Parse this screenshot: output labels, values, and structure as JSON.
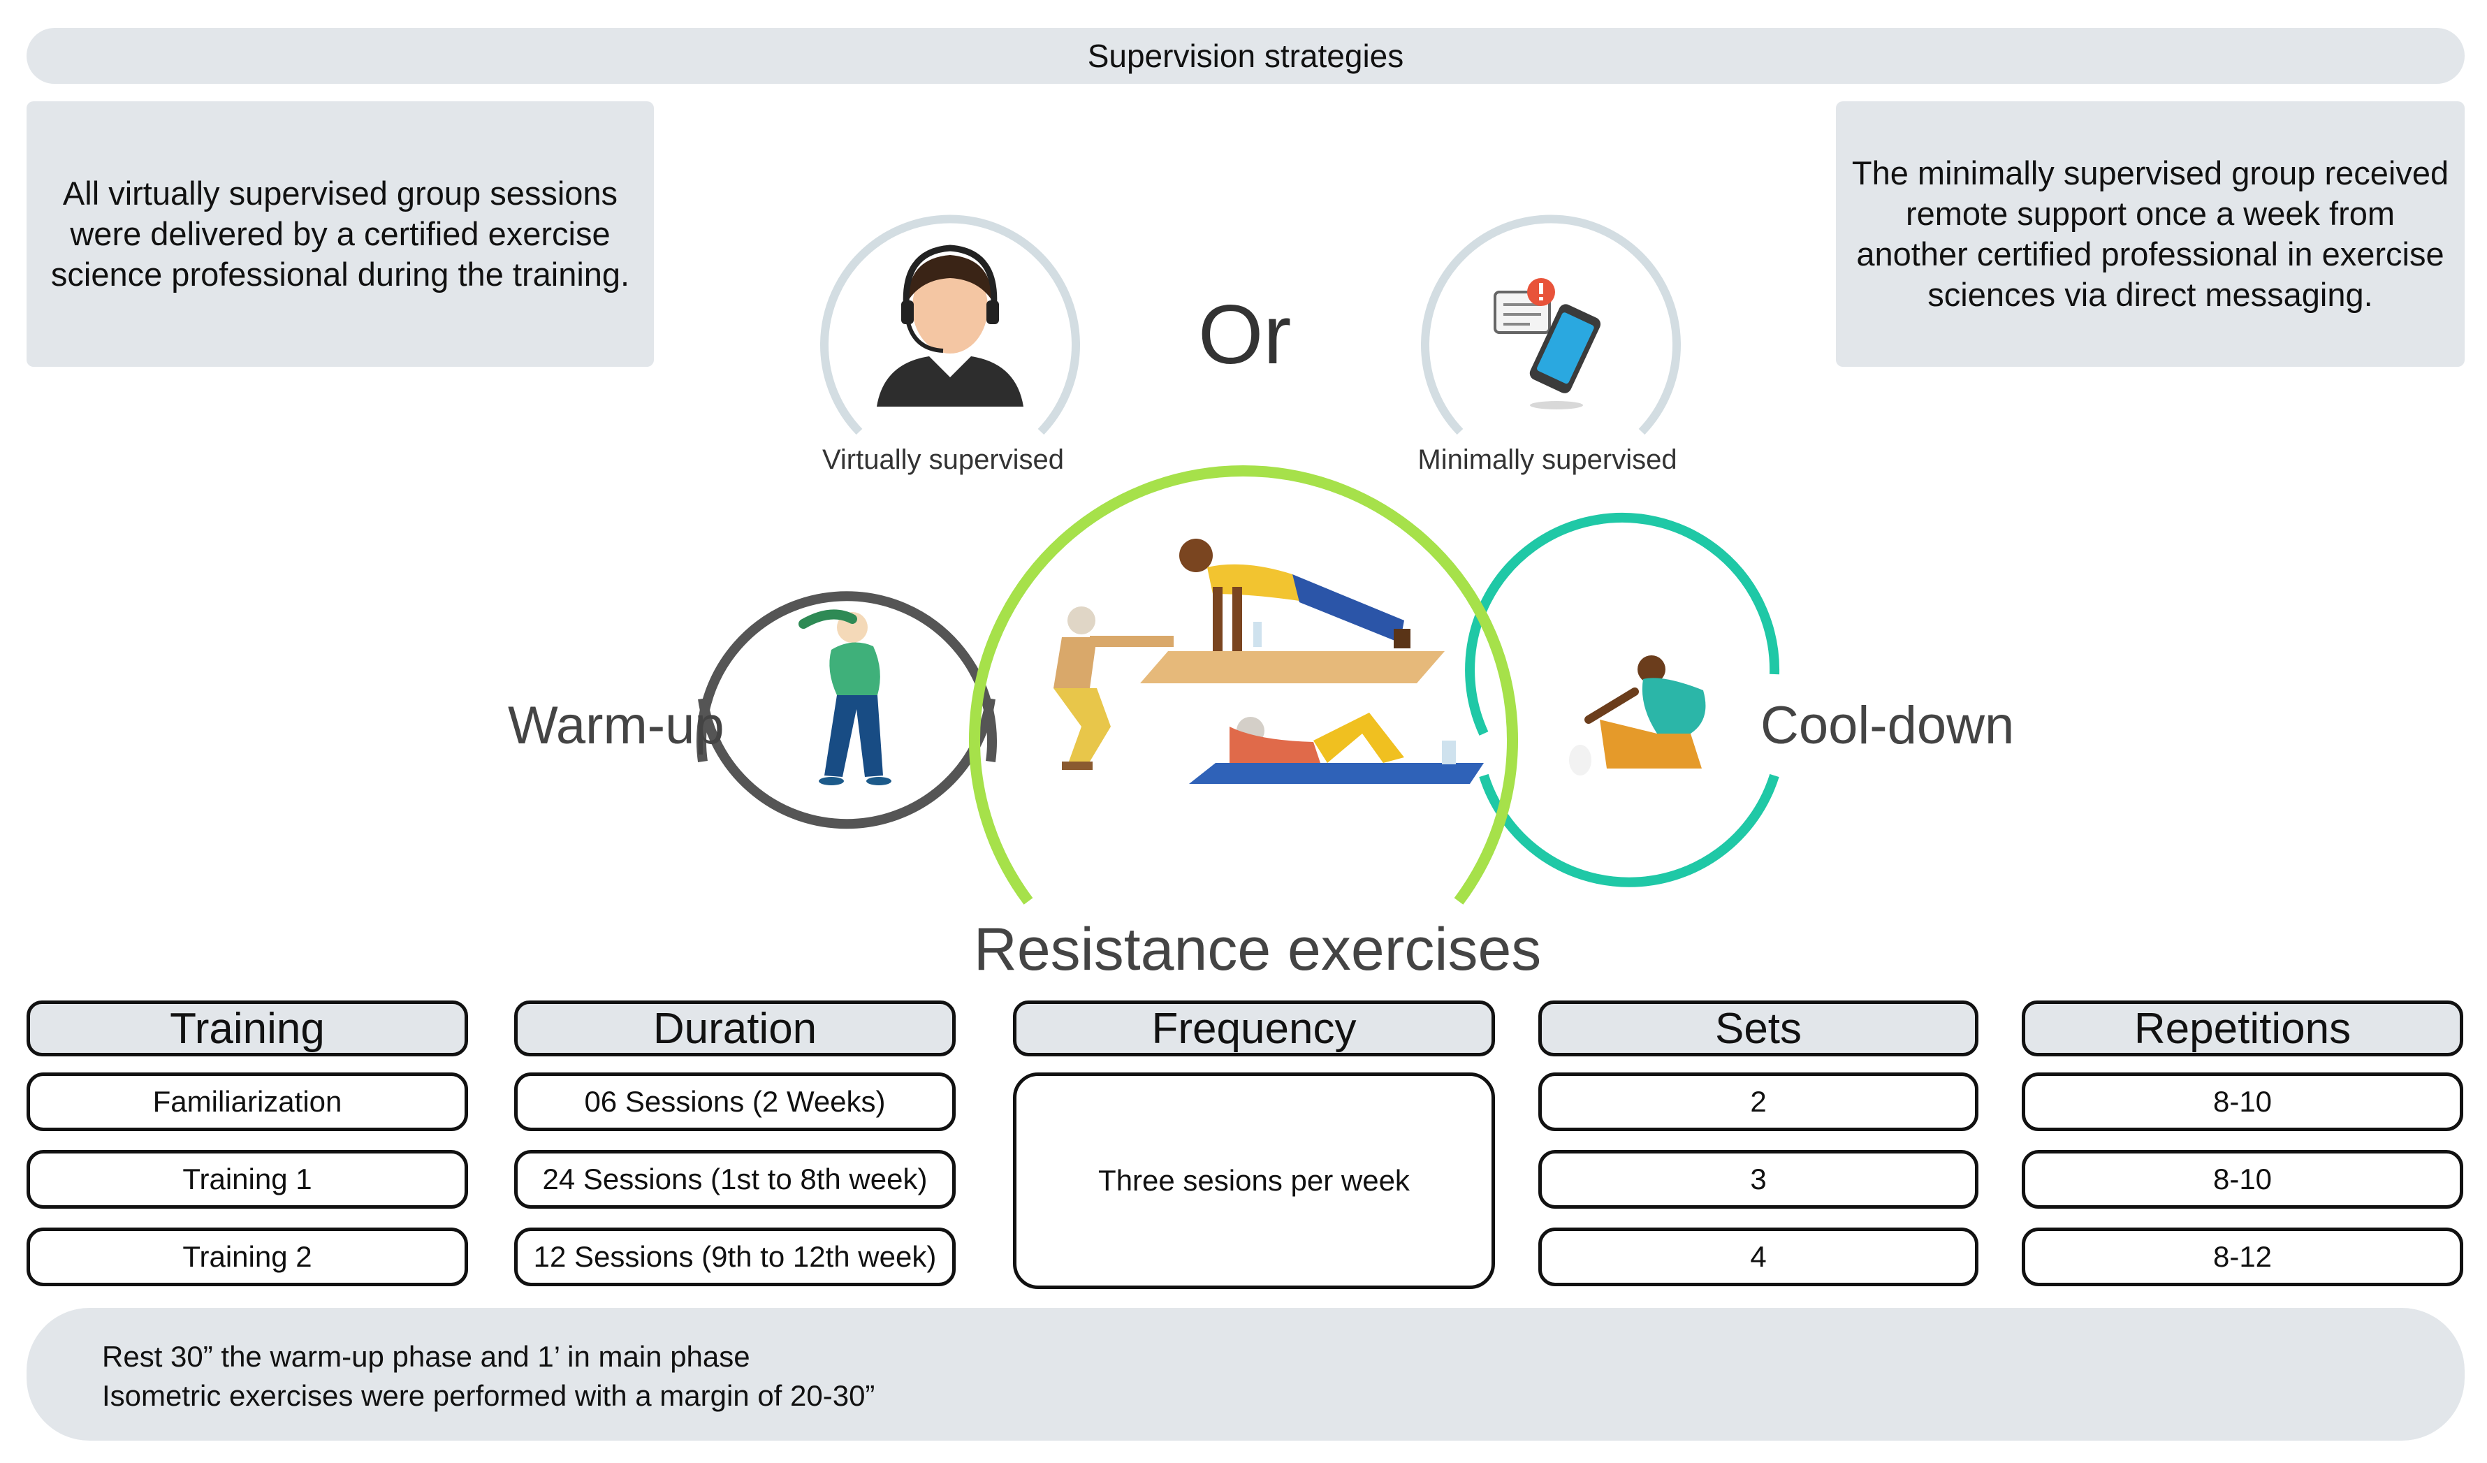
{
  "banner": {
    "title": "Supervision strategies"
  },
  "notes": {
    "virtual": "All virtually supervised group sessions were delivered by a certified exercise science professional during the training.",
    "minimal": "The minimally supervised group received remote support once a week from another certified professional in exercise sciences via direct messaging."
  },
  "modes": {
    "virtual_label": "Virtually supervised",
    "or_label": "Or",
    "minimal_label": "Minimally supervised",
    "virtual_icon": "headset-operator-icon",
    "minimal_icon": "phone-message-icon"
  },
  "phases": {
    "warmup": "Warm-up",
    "cooldown": "Cool-down",
    "main": "Resistance exercises",
    "warmup_icon": "stretching-person-icon",
    "main_icon": "resistance-exercises-icon",
    "cooldown_icon": "seated-stretch-icon",
    "colors": {
      "warmup": "#555555",
      "main": "#a6e14a",
      "cooldown": "#1fc8a6",
      "modes": "#d3dde2"
    }
  },
  "table": {
    "headers": {
      "training": "Training",
      "duration": "Duration",
      "frequency": "Frequency",
      "sets": "Sets",
      "repetitions": "Repetitions"
    },
    "rows": [
      {
        "training": "Familiarization",
        "duration": "06 Sessions (2 Weeks)",
        "sets": "2",
        "repetitions": "8-10"
      },
      {
        "training": "Training 1",
        "duration": "24 Sessions (1st to 8th week)",
        "sets": "3",
        "repetitions": "8-10"
      },
      {
        "training": "Training 2",
        "duration": "12 Sessions (9th to 12th week)",
        "sets": "4",
        "repetitions": "8-12"
      }
    ],
    "frequency": "Three sesions per week"
  },
  "footer": {
    "line1": "Rest 30” the warm-up phase and 1’ in main phase",
    "line2": "Isometric exercises were performed with a margin of 20-30”"
  }
}
